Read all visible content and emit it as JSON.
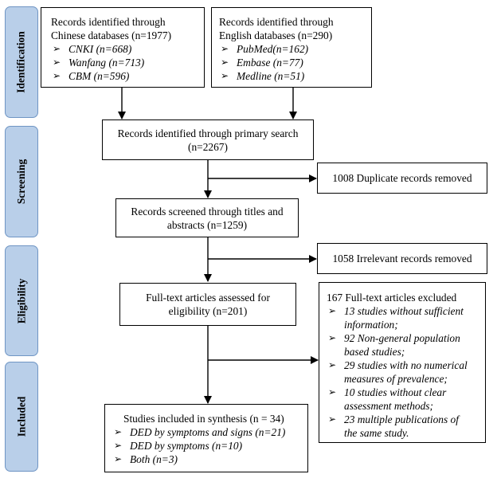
{
  "phases": {
    "identification": "Identification",
    "screening": "Screening",
    "eligibility": "Eligibility",
    "included": "Included"
  },
  "identification": {
    "chinese": {
      "line1": "Records identified through",
      "line2": "Chinese databases (n=1977)",
      "items": [
        "CNKI (n=668)",
        "Wanfang (n=713)",
        "CBM (n=596)"
      ]
    },
    "english": {
      "line1": "Records identified through",
      "line2": "English databases (n=290)",
      "items": [
        "PubMed(n=162)",
        "Embase (n=77)",
        "Medline (n=51)"
      ]
    }
  },
  "primary": {
    "line1": "Records identified through primary search",
    "line2": "(n=2267)"
  },
  "duplicates": {
    "text": "1008 Duplicate records removed"
  },
  "screened": {
    "line1": "Records screened through titles and",
    "line2": "abstracts (n=1259)"
  },
  "irrelevant": {
    "text": "1058 Irrelevant records removed"
  },
  "fulltext": {
    "line1": "Full-text articles assessed for",
    "line2": "eligibility (n=201)"
  },
  "excluded": {
    "title": "167 Full-text articles excluded",
    "items": [
      [
        "13 studies without sufficient",
        "information;"
      ],
      [
        "92 Non-general population",
        "based studies;"
      ],
      [
        "29 studies with no numerical",
        "measures of prevalence;"
      ],
      [
        "10 studies without clear",
        "assessment methods;"
      ],
      [
        "23 multiple publications of",
        "the same study."
      ]
    ]
  },
  "synthesis": {
    "title": "Studies included in synthesis (n = 34)",
    "items": [
      "DED by symptoms and signs (n=21)",
      "DED by symptoms (n=10)",
      "Both (n=3)"
    ]
  },
  "bullet_glyph": "➢",
  "colors": {
    "phase_fill": "#b9cfe9",
    "phase_border": "#6f95c4",
    "line": "#000000"
  }
}
